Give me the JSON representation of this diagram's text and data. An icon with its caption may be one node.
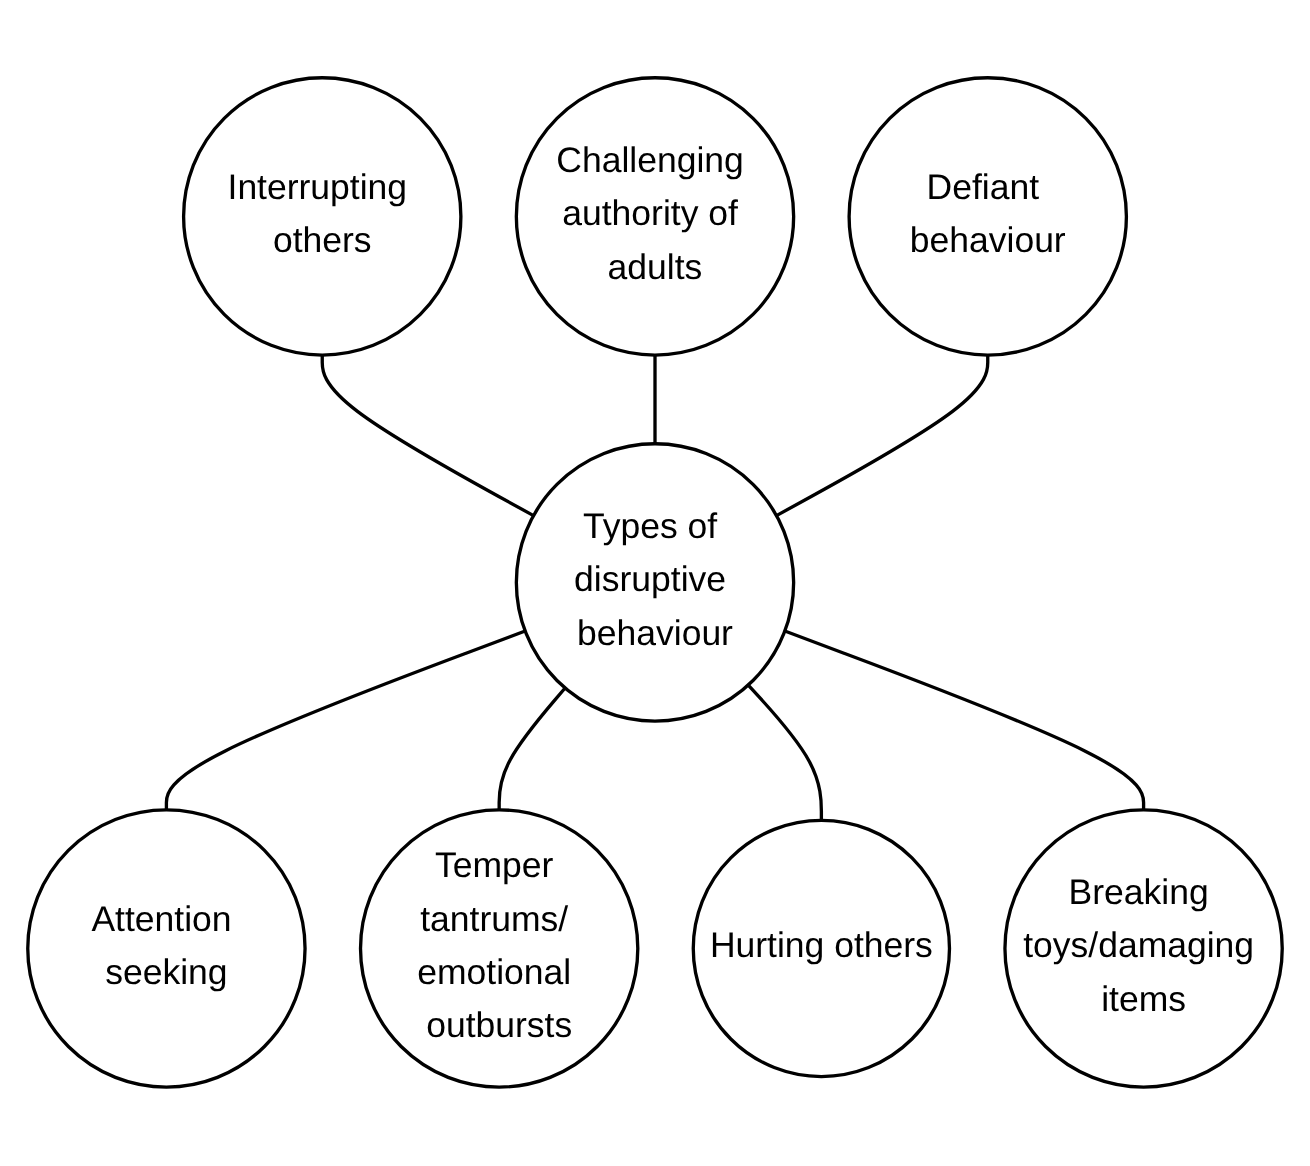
{
  "diagram": {
    "nodes": [
      {
        "text": [
          "Challenging authority of adults"
        ]
      },
      {
        "text": [
          "Interrupting others"
        ]
      },
      {
        "text": [
          "Defiant behaviour"
        ]
      },
      {
        "text": [
          "Types of disruptive behaviour"
        ]
      },
      {
        "text": [
          "Attention seeking"
        ]
      },
      {
        "text": [
          "Breaking toys/damaging items"
        ]
      },
      {
        "text": [
          "Temper tantrums/ emotional outbursts"
        ]
      },
      {
        "text": [
          "Hurting others"
        ]
      }
    ],
    "edges": [
      {
        "from": 1,
        "to": 3,
        "arrow": "none"
      },
      {
        "from": 0,
        "to": 3,
        "arrow": "none"
      },
      {
        "from": 2,
        "to": 3,
        "arrow": "none"
      },
      {
        "from": 3,
        "to": 4,
        "arrow": "none"
      },
      {
        "from": 3,
        "to": 6,
        "arrow": "none"
      },
      {
        "from": 3,
        "to": 7,
        "arrow": "none"
      },
      {
        "from": 3,
        "to": 5,
        "arrow": "none"
      }
    ]
  }
}
